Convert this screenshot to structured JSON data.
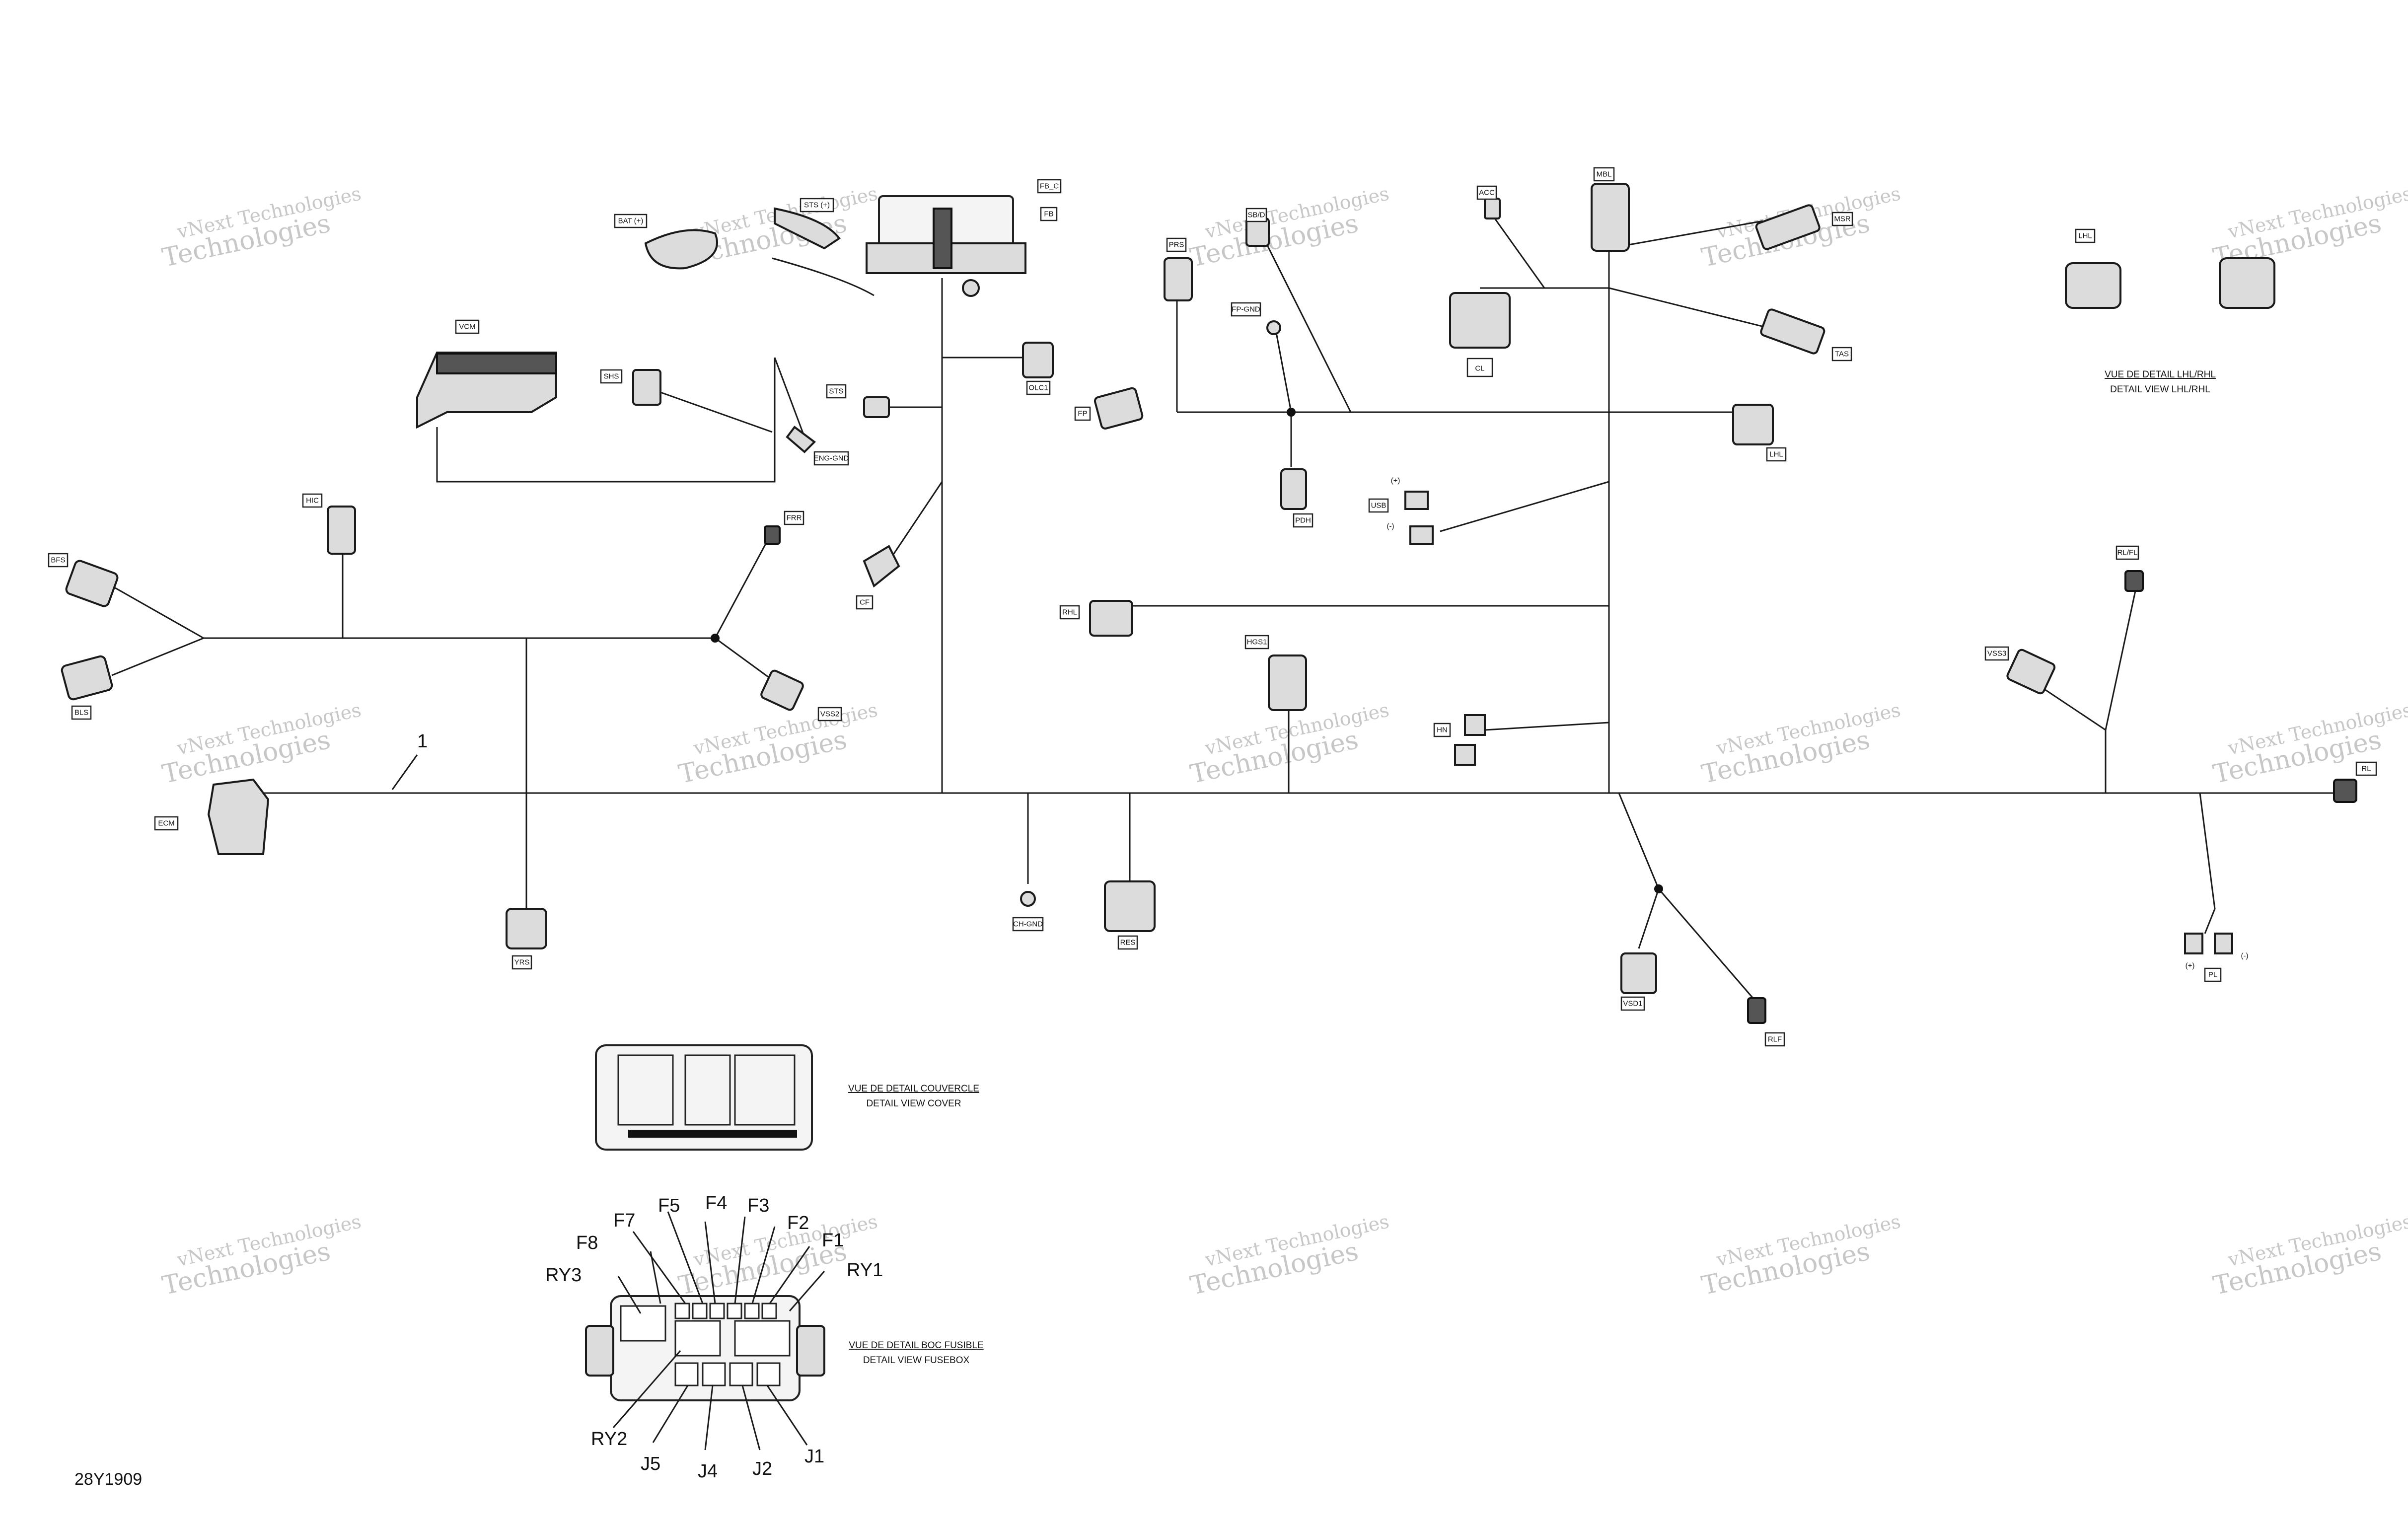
{
  "figure_id": "28Y1909",
  "item_number": "1",
  "watermark": {
    "line1": "vNext Technologies",
    "line2": "Technologies"
  },
  "connectors": {
    "fb_c": "FB_C",
    "fb": "FB",
    "bat": "BAT (+)",
    "sts": "STS (+)",
    "vcm": "VCM",
    "shs": "SHS",
    "eng_gnd": "ENG-GND",
    "sts2": "STS",
    "olc1": "OLC1",
    "cf": "CF",
    "frr": "FRR",
    "hic": "HIC",
    "bfs": "BFS",
    "bls": "BLS",
    "vss2": "VSS2",
    "ecm": "ECM",
    "yrs": "YRS",
    "ch_gnd": "CH-GND",
    "res": "RES",
    "prs": "PRS",
    "sbg": "SB/D",
    "fp_gnd": "FP-GND",
    "fp": "FP",
    "pdh": "PDH",
    "rhl": "RHL",
    "hgs": "HGS1",
    "acc": "ACC",
    "mbl": "MBL",
    "cl": "CL",
    "msr": "MSR",
    "tas": "TAS",
    "lhl": "LHL",
    "usb": "USB",
    "hn": "HN",
    "vsd1": "VSD1",
    "rlf": "RLF",
    "rlfl": "RL/FL",
    "vss3": "VSS3",
    "pl": "PL",
    "lhl2": "LHL",
    "plus": "(+)",
    "minus": "(-)",
    "r": "RL"
  },
  "captions": {
    "lhl_fr": "VUE DE DETAIL LHL/RHL",
    "lhl_en": "DETAIL VIEW LHL/RHL",
    "cover_fr": "VUE DE DETAIL COUVERCLE",
    "cover_en": "DETAIL VIEW COVER",
    "fuse_fr": "VUE DE DETAIL BOC FUSIBLE",
    "fuse_en": "DETAIL VIEW FUSEBOX"
  },
  "fusebox_callouts": {
    "f7": "F7",
    "f5": "F5",
    "f4": "F4",
    "f3": "F3",
    "f2": "F2",
    "f1": "F1",
    "f8": "F8",
    "ry1": "RY1",
    "ry3": "RY3",
    "ry2": "RY2",
    "j5": "J5",
    "j4": "J4",
    "j2": "J2",
    "j1": "J1"
  }
}
